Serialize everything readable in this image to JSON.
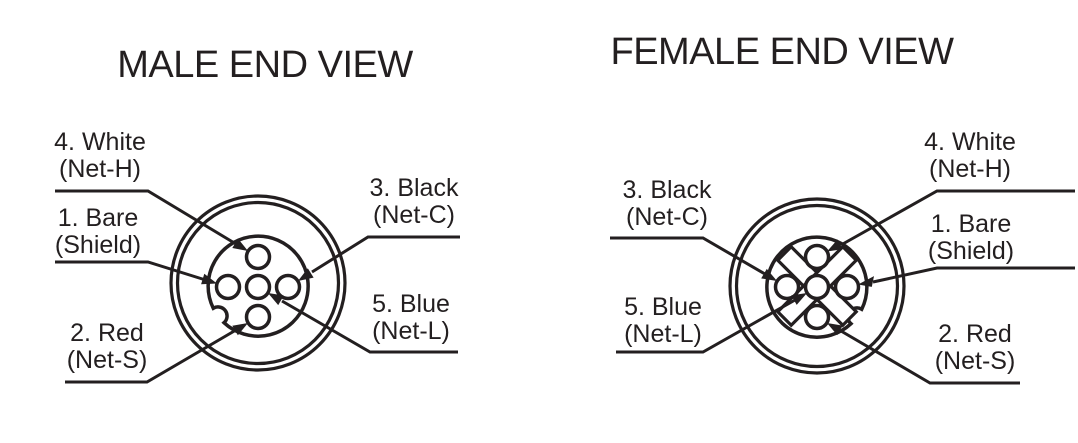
{
  "page": {
    "background": "#ffffff",
    "ink_color": "#231f20",
    "description": "5-pin circular connector pinout, male and female end views"
  },
  "male_view": {
    "title": "MALE END VIEW",
    "keyway_position": "bottom-left",
    "pins": [
      {
        "number": "1",
        "label": "1. Bare",
        "net": "(Shield)",
        "position": "left"
      },
      {
        "number": "2",
        "label": "2. Red",
        "net": "(Net-S)",
        "position": "bottom"
      },
      {
        "number": "3",
        "label": "3. Black",
        "net": "(Net-C)",
        "position": "right"
      },
      {
        "number": "4",
        "label": "4. White",
        "net": "(Net-H)",
        "position": "top"
      },
      {
        "number": "5",
        "label": "5. Blue",
        "net": "(Net-L)",
        "position": "center"
      }
    ]
  },
  "female_view": {
    "title": "FEMALE END VIEW",
    "keyway_position": "bottom-right",
    "pins": [
      {
        "number": "1",
        "label": "1. Bare",
        "net": "(Shield)",
        "position": "right"
      },
      {
        "number": "2",
        "label": "2. Red",
        "net": "(Net-S)",
        "position": "bottom"
      },
      {
        "number": "3",
        "label": "3. Black",
        "net": "(Net-C)",
        "position": "left"
      },
      {
        "number": "4",
        "label": "4. White",
        "net": "(Net-H)",
        "position": "top"
      },
      {
        "number": "5",
        "label": "5. Blue",
        "net": "(Net-L)",
        "position": "center"
      }
    ]
  }
}
